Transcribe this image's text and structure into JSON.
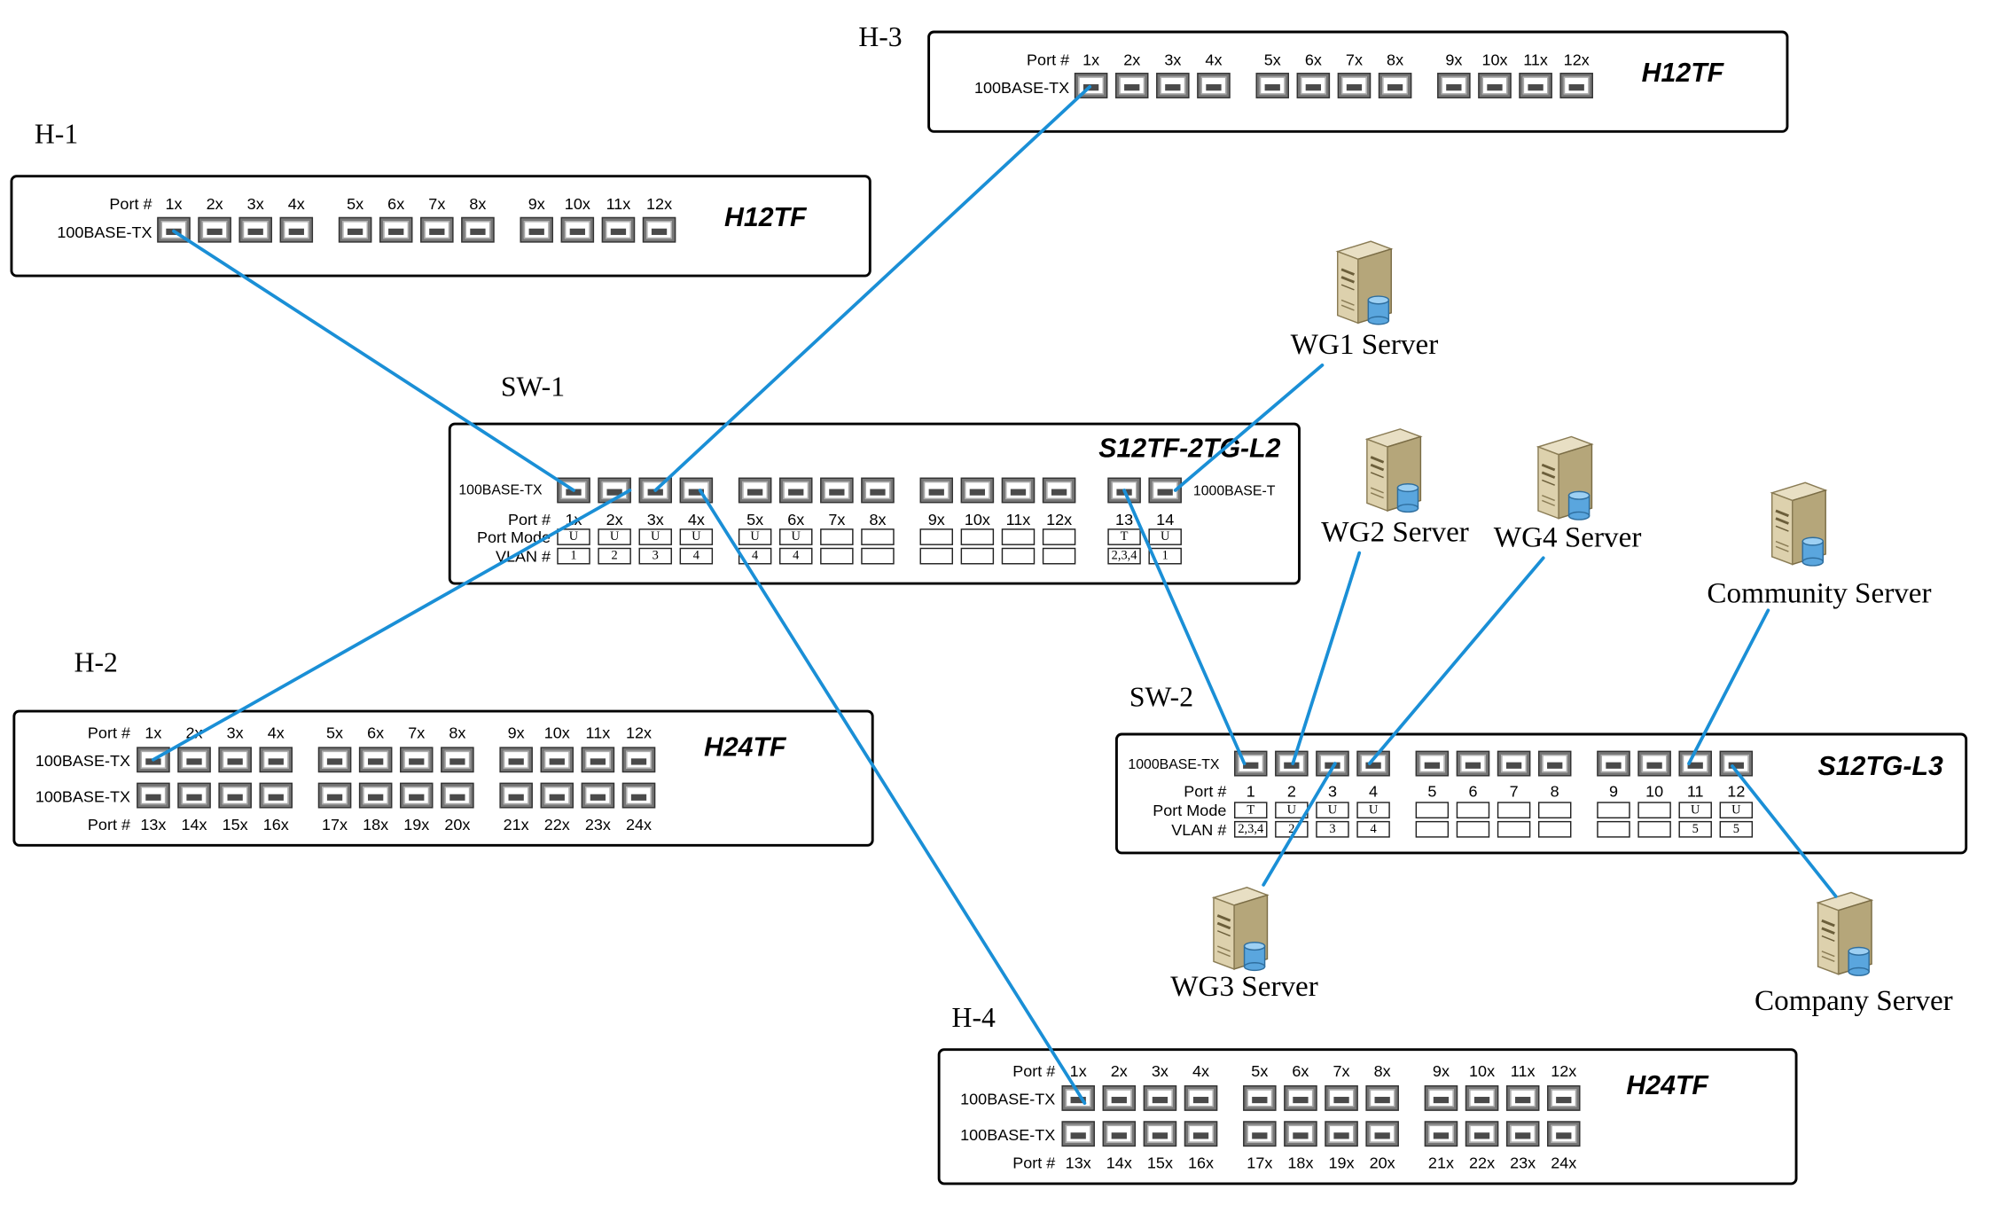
{
  "labels": {
    "h1": "H-1",
    "h2": "H-2",
    "h3": "H-3",
    "h4": "H-4",
    "sw1": "SW-1",
    "sw2": "SW-2"
  },
  "models": {
    "h1": "H12TF",
    "h2": "H24TF",
    "h3": "H12TF",
    "h4": "H24TF",
    "sw1": "S12TF-2TG-L2",
    "sw2": "S12TG-L3"
  },
  "row_labels": {
    "port_no": "Port #",
    "base_tx100": "100BASE-TX",
    "base_t1000": "1000BASE-T",
    "base_tx1000": "1000BASE-TX",
    "port_mode": "Port Mode",
    "vlan_no": "VLAN #"
  },
  "port_names": {
    "x1_12": [
      "1x",
      "2x",
      "3x",
      "4x",
      "5x",
      "6x",
      "7x",
      "8x",
      "9x",
      "10x",
      "11x",
      "12x"
    ],
    "x13_24": [
      "13x",
      "14x",
      "15x",
      "16x",
      "17x",
      "18x",
      "19x",
      "20x",
      "21x",
      "22x",
      "23x",
      "24x"
    ],
    "sw1_uplinks": [
      "13",
      "14"
    ],
    "sw2": [
      "1",
      "2",
      "3",
      "4",
      "5",
      "6",
      "7",
      "8",
      "9",
      "10",
      "11",
      "12"
    ]
  },
  "sw1_config": {
    "mode": [
      "U",
      "U",
      "U",
      "U",
      "U",
      "U",
      "",
      "",
      "",
      "",
      "",
      "",
      "T",
      "U"
    ],
    "vlan": [
      "1",
      "2",
      "3",
      "4",
      "4",
      "4",
      "",
      "",
      "",
      "",
      "",
      "",
      "2,3,4",
      "1"
    ]
  },
  "sw2_config": {
    "mode": [
      "T",
      "U",
      "U",
      "U",
      "",
      "",
      "",
      "",
      "",
      "",
      "U",
      "U"
    ],
    "vlan": [
      "2,3,4",
      "2",
      "3",
      "4",
      "",
      "",
      "",
      "",
      "",
      "",
      "5",
      "5"
    ]
  },
  "servers": {
    "wg1": "WG1 Server",
    "wg2": "WG2 Server",
    "wg3": "WG3 Server",
    "wg4": "WG4 Server",
    "community": "Community Server",
    "company": "Company Server"
  },
  "colors": {
    "link": "#1a8fd6"
  }
}
